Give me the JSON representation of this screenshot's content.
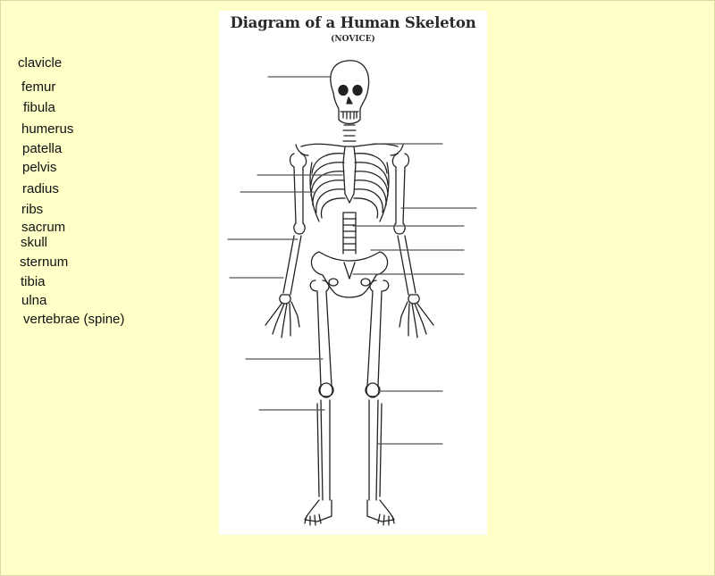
{
  "diagram": {
    "title": "Diagram of a Human Skeleton",
    "subtitle": "(NOVICE)"
  },
  "word_bank": [
    "clavicle",
    "femur",
    "fibula",
    "humerus",
    "patella",
    "pelvis",
    "radius",
    "ribs",
    "sacrum",
    "skull",
    "sternum",
    "tibia",
    "ulna",
    "vertebrae (spine)"
  ],
  "colors": {
    "background": "#ffffc8",
    "ink": "#222222",
    "leader_line": "#555555"
  }
}
